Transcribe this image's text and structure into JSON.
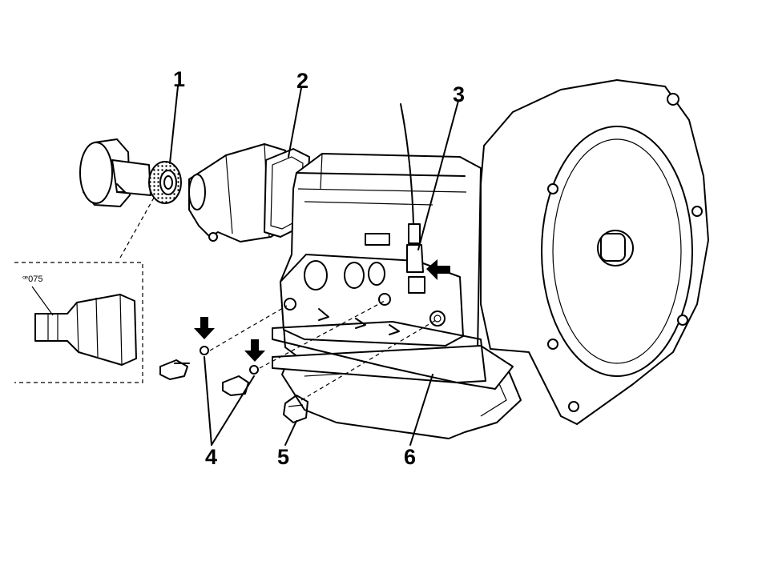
{
  "diagram": {
    "callouts": [
      {
        "id": "1",
        "label": "1"
      },
      {
        "id": "2",
        "label": "2"
      },
      {
        "id": "3",
        "label": "3"
      },
      {
        "id": "4",
        "label": "4"
      },
      {
        "id": "5",
        "label": "5"
      },
      {
        "id": "6",
        "label": "6"
      }
    ],
    "inset_code": "ꟹ075"
  }
}
